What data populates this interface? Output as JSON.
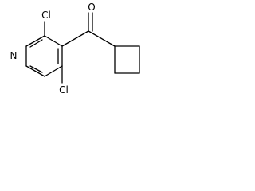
{
  "structure": {
    "atoms": {
      "oxygen": "O",
      "chlorine_2": "Cl",
      "chlorine_4": "Cl",
      "nitrogen": "N"
    }
  }
}
